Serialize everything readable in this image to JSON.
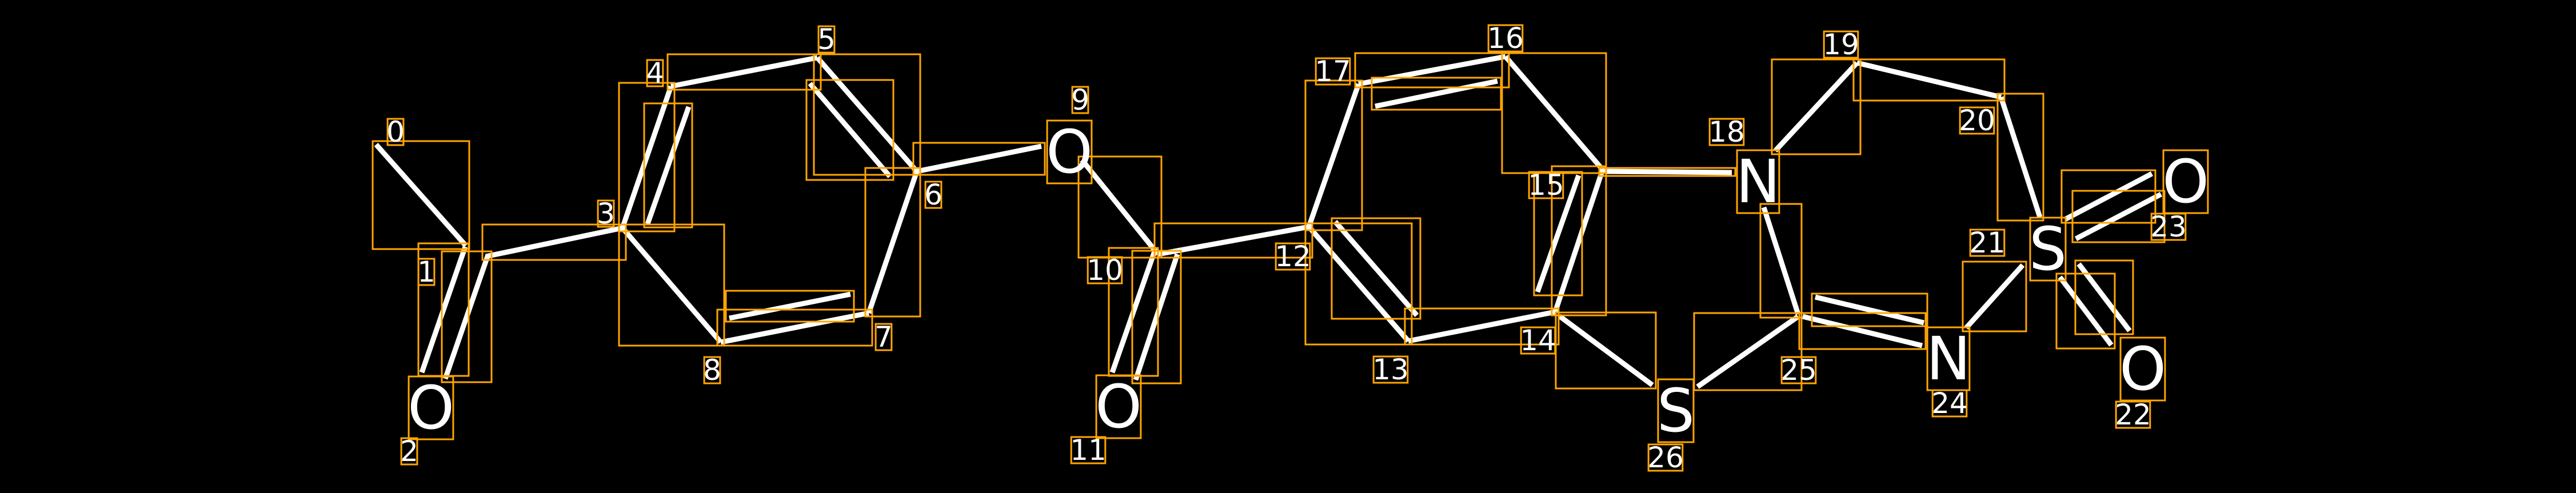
{
  "colors": {
    "background": "#000000",
    "bond": "#FFFFFF",
    "box": "#FFA500"
  },
  "atoms": [
    {
      "index": "0",
      "symbol": ""
    },
    {
      "index": "1",
      "symbol": ""
    },
    {
      "index": "2",
      "symbol": "O"
    },
    {
      "index": "3",
      "symbol": ""
    },
    {
      "index": "4",
      "symbol": ""
    },
    {
      "index": "5",
      "symbol": ""
    },
    {
      "index": "6",
      "symbol": ""
    },
    {
      "index": "7",
      "symbol": ""
    },
    {
      "index": "8",
      "symbol": ""
    },
    {
      "index": "9",
      "symbol": "O"
    },
    {
      "index": "10",
      "symbol": ""
    },
    {
      "index": "11",
      "symbol": "O"
    },
    {
      "index": "12",
      "symbol": ""
    },
    {
      "index": "13",
      "symbol": ""
    },
    {
      "index": "14",
      "symbol": ""
    },
    {
      "index": "15",
      "symbol": ""
    },
    {
      "index": "16",
      "symbol": ""
    },
    {
      "index": "17",
      "symbol": ""
    },
    {
      "index": "18",
      "symbol": "N"
    },
    {
      "index": "19",
      "symbol": ""
    },
    {
      "index": "20",
      "symbol": ""
    },
    {
      "index": "21",
      "symbol": "S"
    },
    {
      "index": "22",
      "symbol": "O"
    },
    {
      "index": "23",
      "symbol": "O"
    },
    {
      "index": "24",
      "symbol": "N"
    },
    {
      "index": "25",
      "symbol": ""
    },
    {
      "index": "26",
      "symbol": "S"
    }
  ]
}
